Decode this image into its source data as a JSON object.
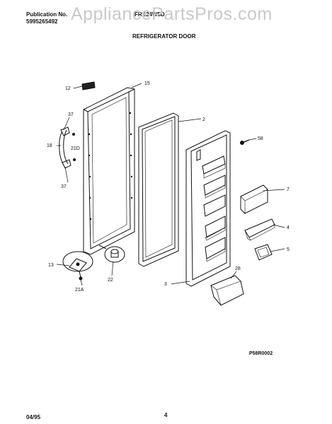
{
  "header": {
    "pub_label": "Publication No.",
    "pub_number": "5995265492",
    "model": "FRS24W5D",
    "title": "REFRIGERATOR DOOR"
  },
  "watermark": "AppliancePartsPros.com",
  "callouts": {
    "c12": "12",
    "c15": "15",
    "c2": "2",
    "c37a": "37",
    "c18": "18",
    "c21d": "21D",
    "c37b": "37",
    "c58": "58",
    "c7": "7",
    "c4": "4",
    "c5": "5",
    "c13": "13",
    "c22": "22",
    "c21a": "21A",
    "c3": "3",
    "c28": "28"
  },
  "figure_code": "P58R0002",
  "footer": {
    "date": "04/95",
    "page": "4"
  }
}
